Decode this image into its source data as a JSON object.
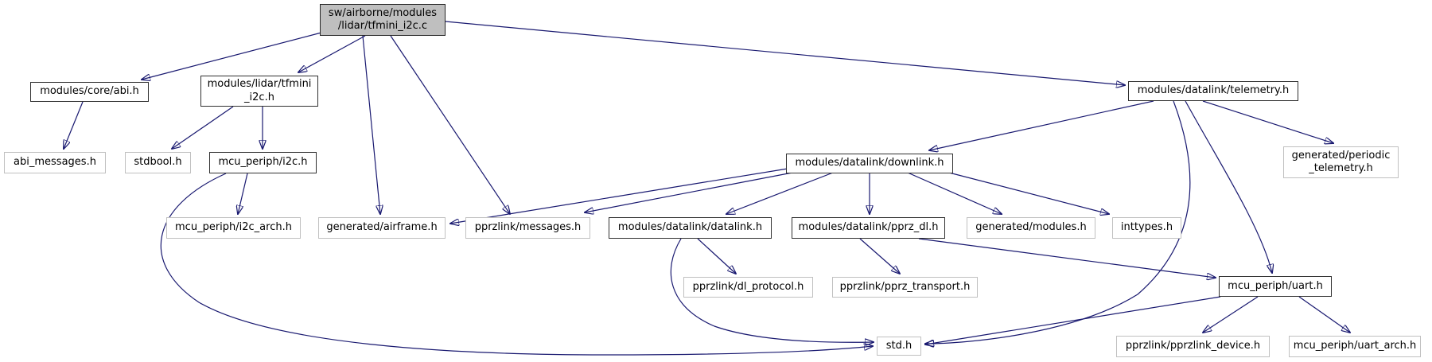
{
  "diagram": {
    "type": "include-dependency-graph",
    "root_file": "sw/airborne/modules/lidar/tfmini_i2c.c"
  },
  "colors": {
    "edge": "#191970",
    "internal_node_border": "#303030",
    "external_node_border": "#c0c0c0",
    "main_node_fill": "#bfbfbf",
    "node_fill": "#ffffff",
    "background": "#ffffff"
  },
  "nodes": {
    "tfmini_i2c_c": {
      "label": "sw/airborne/modules\n/lidar/tfmini_i2c.c",
      "kind": "main"
    },
    "abi": {
      "label": "modules/core/abi.h",
      "kind": "internal"
    },
    "tfmini_i2c_h": {
      "label": "modules/lidar/tfmini\n_i2c.h",
      "kind": "internal"
    },
    "abi_messages": {
      "label": "abi_messages.h",
      "kind": "external"
    },
    "stdbool": {
      "label": "stdbool.h",
      "kind": "external"
    },
    "i2c": {
      "label": "mcu_periph/i2c.h",
      "kind": "internal"
    },
    "i2c_arch": {
      "label": "mcu_periph/i2c_arch.h",
      "kind": "external"
    },
    "airframe": {
      "label": "generated/airframe.h",
      "kind": "external"
    },
    "messages": {
      "label": "pprzlink/messages.h",
      "kind": "external"
    },
    "datalink": {
      "label": "modules/datalink/datalink.h",
      "kind": "internal"
    },
    "pprz_dl": {
      "label": "modules/datalink/pprz_dl.h",
      "kind": "internal"
    },
    "modules_h": {
      "label": "generated/modules.h",
      "kind": "external"
    },
    "inttypes": {
      "label": "inttypes.h",
      "kind": "external"
    },
    "downlink": {
      "label": "modules/datalink/downlink.h",
      "kind": "internal"
    },
    "telemetry": {
      "label": "modules/datalink/telemetry.h",
      "kind": "internal"
    },
    "periodic": {
      "label": "generated/periodic\n_telemetry.h",
      "kind": "external"
    },
    "dl_protocol": {
      "label": "pprzlink/dl_protocol.h",
      "kind": "external"
    },
    "pprz_transport": {
      "label": "pprzlink/pprz_transport.h",
      "kind": "external"
    },
    "uart": {
      "label": "mcu_periph/uart.h",
      "kind": "internal"
    },
    "std": {
      "label": "std.h",
      "kind": "external"
    },
    "pprzlink_device": {
      "label": "pprzlink/pprzlink_device.h",
      "kind": "external"
    },
    "uart_arch": {
      "label": "mcu_periph/uart_arch.h",
      "kind": "external"
    }
  },
  "edges": [
    {
      "from": "tfmini_i2c_c",
      "to": "abi"
    },
    {
      "from": "tfmini_i2c_c",
      "to": "tfmini_i2c_h"
    },
    {
      "from": "tfmini_i2c_c",
      "to": "airframe"
    },
    {
      "from": "tfmini_i2c_c",
      "to": "messages"
    },
    {
      "from": "tfmini_i2c_c",
      "to": "telemetry"
    },
    {
      "from": "abi",
      "to": "abi_messages"
    },
    {
      "from": "tfmini_i2c_h",
      "to": "stdbool"
    },
    {
      "from": "tfmini_i2c_h",
      "to": "i2c"
    },
    {
      "from": "i2c",
      "to": "i2c_arch"
    },
    {
      "from": "i2c",
      "to": "std"
    },
    {
      "from": "telemetry",
      "to": "downlink"
    },
    {
      "from": "telemetry",
      "to": "periodic"
    },
    {
      "from": "telemetry",
      "to": "uart"
    },
    {
      "from": "telemetry",
      "to": "std"
    },
    {
      "from": "downlink",
      "to": "airframe"
    },
    {
      "from": "downlink",
      "to": "messages"
    },
    {
      "from": "downlink",
      "to": "datalink"
    },
    {
      "from": "downlink",
      "to": "pprz_dl"
    },
    {
      "from": "downlink",
      "to": "modules_h"
    },
    {
      "from": "downlink",
      "to": "inttypes"
    },
    {
      "from": "datalink",
      "to": "dl_protocol"
    },
    {
      "from": "datalink",
      "to": "std"
    },
    {
      "from": "pprz_dl",
      "to": "pprz_transport"
    },
    {
      "from": "pprz_dl",
      "to": "uart"
    },
    {
      "from": "uart",
      "to": "pprzlink_device"
    },
    {
      "from": "uart",
      "to": "uart_arch"
    },
    {
      "from": "uart",
      "to": "std"
    }
  ]
}
